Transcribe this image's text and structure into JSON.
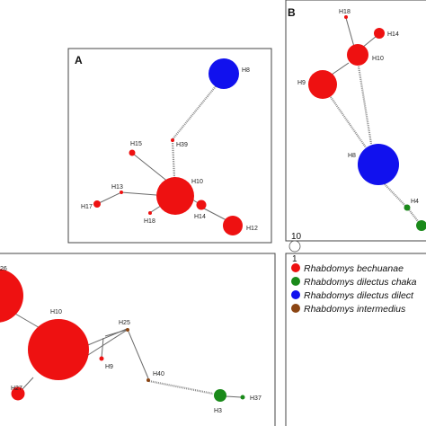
{
  "panels": {
    "a": {
      "letter": "A"
    },
    "b": {
      "letter": "B"
    }
  },
  "colors": {
    "bechuanae": "#ee1111",
    "dilectus_chakae": "#1a8a1a",
    "dilectus_dilectus": "#1111ee",
    "intermedius": "#8b4513"
  },
  "network_a": {
    "labels": {
      "h8": "H8",
      "h39": "H39",
      "h15": "H15",
      "h10": "H10",
      "h13": "H13",
      "h17": "H17",
      "h18": "H18",
      "h14": "H14",
      "h12": "H12"
    }
  },
  "network_b": {
    "labels": {
      "h18": "H18",
      "h14": "H14",
      "h10": "H10",
      "h9": "H9",
      "h8": "H8",
      "h4": "H4"
    }
  },
  "network_c": {
    "labels": {
      "h26": "26",
      "h10": "H10",
      "h25": "H25",
      "h9": "H9",
      "h27": "H27",
      "h40": "H40",
      "h3": "H3",
      "h37": "H37"
    }
  },
  "legend": {
    "size_max": "10",
    "size_min": "1",
    "items": [
      {
        "label": "Rhabdomys bechuanae",
        "color": "#ee1111"
      },
      {
        "label": "Rhabdomys dilectus chaka",
        "color": "#1a8a1a"
      },
      {
        "label": "Rhabdomys dilectus dilect",
        "color": "#1111ee"
      },
      {
        "label": "Rhabdomys intermedius",
        "color": "#8b4513"
      }
    ]
  }
}
